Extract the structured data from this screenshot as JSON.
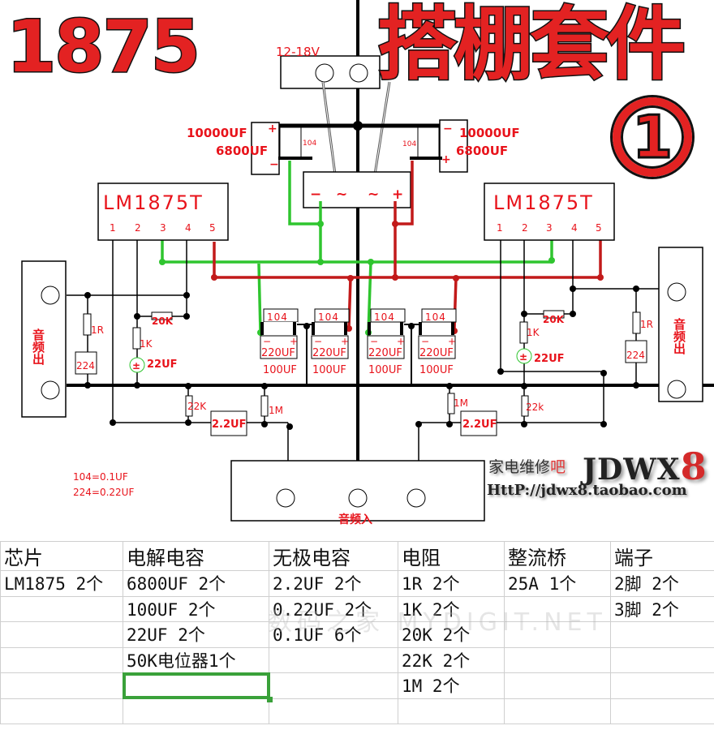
{
  "title": {
    "number": "1875",
    "chinese": "搭棚套件",
    "circled_number": "1"
  },
  "colors": {
    "label_red": "#e8131b",
    "title_red": "#e32222",
    "ground_green": "#2fc52f",
    "positive_red": "#c21a1a",
    "wire_black": "#000000",
    "selection_green": "#3aa13a"
  },
  "schematic": {
    "power_input": {
      "label": "12-18V",
      "terminal_pins": 2
    },
    "filter_caps": {
      "left": {
        "value_top": "10000UF",
        "value_bottom": "6800UF",
        "plus": "+",
        "minus": "−",
        "bypass": "104"
      },
      "right": {
        "value_top": "10000UF",
        "value_bottom": "6800UF",
        "plus": "+",
        "minus": "−",
        "bypass": "104"
      }
    },
    "bridge_rectifier": {
      "pins": [
        "−",
        "~",
        "~",
        "+"
      ]
    },
    "chips": {
      "left": {
        "name": "LM1875T",
        "pins": [
          "1",
          "2",
          "3",
          "4",
          "5"
        ]
      },
      "right": {
        "name": "LM1875T",
        "pins": [
          "1",
          "2",
          "3",
          "4",
          "5"
        ]
      }
    },
    "decoupling": [
      {
        "ceramic": "104",
        "electrolytic": "220UF",
        "alt": "100UF",
        "minus": "−",
        "plus": "+"
      },
      {
        "ceramic": "104",
        "electrolytic": "220UF",
        "alt": "100UF",
        "minus": "−",
        "plus": "+"
      },
      {
        "ceramic": "104",
        "electrolytic": "220UF",
        "alt": "100UF",
        "minus": "−",
        "plus": "+"
      },
      {
        "ceramic": "104",
        "electrolytic": "220UF",
        "alt": "100UF",
        "minus": "−",
        "plus": "+"
      }
    ],
    "left_channel": {
      "feedback_resistor": "20K",
      "gain_resistor": "1K",
      "gain_cap": "22UF",
      "zobel_resistor": "1R",
      "zobel_cap": "224",
      "input_resistor": "22K",
      "input_cap": "2.2UF",
      "bias_resistor": "1M"
    },
    "right_channel": {
      "feedback_resistor": "20K",
      "gain_resistor": "1K",
      "gain_cap": "22UF",
      "zobel_resistor": "1R",
      "zobel_cap": "224",
      "input_resistor": "22k",
      "input_cap": "2.2UF",
      "bias_resistor": "1M"
    },
    "output_left_label": "音频出",
    "output_right_label": "音频出",
    "audio_input_label": "音频入",
    "notes": [
      "104=0.1UF",
      "224=0.22UF"
    ]
  },
  "watermark": {
    "site_cn": "家电维修",
    "site_cn_highlight": "吧",
    "logo_text": "JDWX",
    "logo_number": "8",
    "url": "HttP://jdwx8.taobao.com",
    "table_watermark": "数码之家 MYDIGIT.NET"
  },
  "parts_table": {
    "headers": [
      "芯片",
      "电解电容",
      "无极电容",
      "电阻",
      "整流桥",
      "端子"
    ],
    "rows": [
      [
        "LM1875 2个",
        "6800UF 2个",
        "2.2UF  2个",
        "1R 2个",
        "25A 1个",
        "2脚 2个"
      ],
      [
        "",
        "100UF 2个",
        "0.22UF 2个",
        "1K 2个",
        "",
        "3脚 2个"
      ],
      [
        "",
        "22UF 2个",
        "0.1UF 6个",
        "20K 2个",
        "",
        ""
      ],
      [
        "",
        "50K电位器1个",
        "",
        "22K 2个",
        "",
        ""
      ],
      [
        "",
        "",
        "",
        "1M  2个",
        "",
        ""
      ],
      [
        "",
        "",
        "",
        "",
        "",
        ""
      ]
    ],
    "selected_cell": {
      "row": 4,
      "col": 1
    }
  }
}
